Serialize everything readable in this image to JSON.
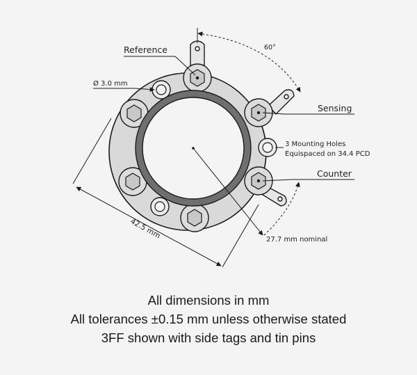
{
  "labels": {
    "reference": "Reference",
    "diameter": "Ø 3.0 mm",
    "angle": "60°",
    "sensing": "Sensing",
    "mounting_holes": "3 Mounting Holes",
    "pcd": "Equispaced on 34.4 PCD",
    "counter": "Counter",
    "overall": "42.5 mm",
    "nominal": "27.7 mm nominal"
  },
  "notes": {
    "line1": "All dimensions in mm",
    "line2": "All tolerances ±0.15 mm unless otherwise stated",
    "line3": "3FF shown with side tags and tin pins"
  },
  "colors": {
    "body_fill": "#d9d9d9",
    "ring_fill": "#6f6f6f",
    "window_fill": "#f4f4f4",
    "line": "#1a1a1a"
  }
}
